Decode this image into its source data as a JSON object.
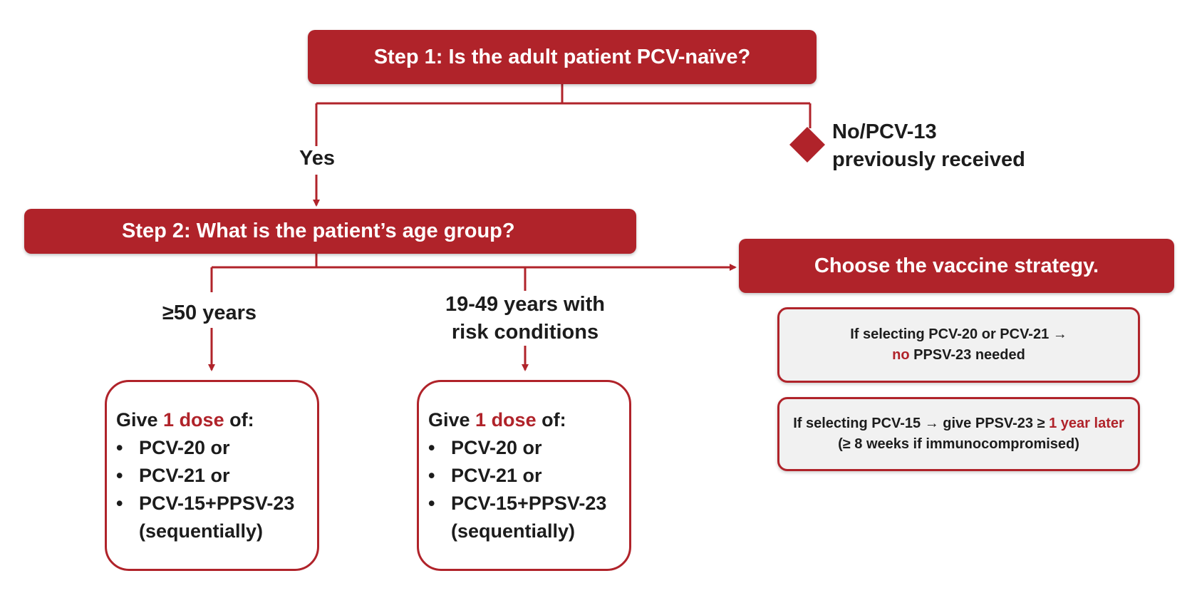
{
  "step1": {
    "title": "Step 1: Is the adult patient PCV-naïve?"
  },
  "branches": {
    "yes_label": "Yes",
    "no_label_line1": "No/PCV-13",
    "no_label_line2": "previously received"
  },
  "step2": {
    "title": "Step 2: What is the patient’s age group?"
  },
  "strategy": {
    "title": "Choose the vaccine strategy."
  },
  "age_groups": {
    "over50_label": "≥50 years",
    "risk_label_line1": "19-49 years with",
    "risk_label_line2": "risk conditions"
  },
  "dose_box_1": {
    "prefix": "Give ",
    "highlight": "1 dose",
    "suffix": " of:",
    "items": [
      "PCV-20 or",
      "PCV-21 or",
      "PCV-15+PPSV-23",
      "(sequentially)"
    ]
  },
  "dose_box_2": {
    "prefix": "Give ",
    "highlight": "1 dose",
    "suffix": " of:",
    "items": [
      "PCV-20 or",
      "PCV-21 or",
      "PCV-15+PPSV-23",
      "(sequentially)"
    ]
  },
  "note_1": {
    "line1": "If selecting PCV-20 or PCV-21 →",
    "highlight": "no",
    "rest": " PPSV-23 needed"
  },
  "note_2": {
    "part1": "If selecting PCV-15 → give PPSV-23 ≥ ",
    "highlight": "1 year later",
    "part2": " (≥ 8 weeks if immunocompromised)"
  },
  "colors": {
    "accent": "#b0232a",
    "note_bg": "#f1f1f1",
    "text": "#1c1c1c"
  }
}
